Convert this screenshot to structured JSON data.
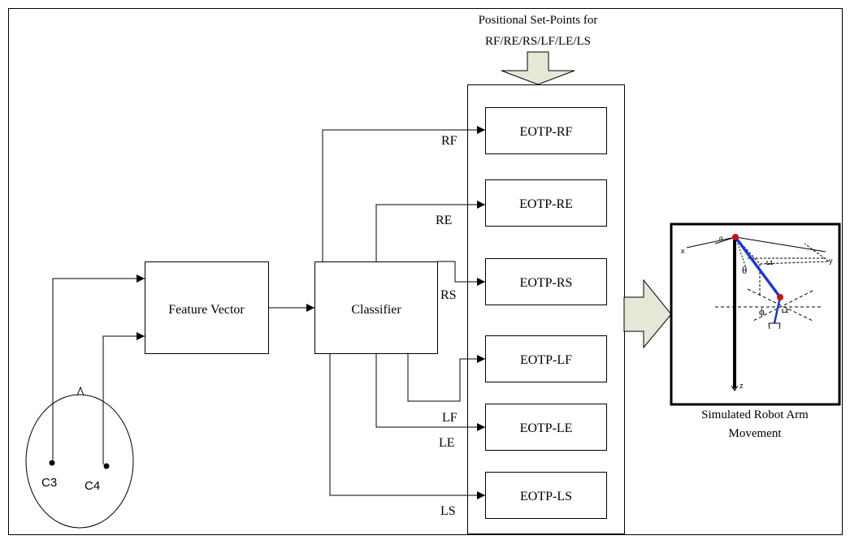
{
  "setpoints": {
    "line1": "Positional Set-Points for",
    "line2": "RF/RE/RS/LF/LE/LS"
  },
  "blocks": {
    "feature_vector": "Feature Vector",
    "classifier": "Classifier"
  },
  "eotp_blocks": [
    "EOTP-RF",
    "EOTP-RE",
    "EOTP-RS",
    "EOTP-LF",
    "EOTP-LE",
    "EOTP-LS"
  ],
  "signal_labels": [
    "RF",
    "RE",
    "RS",
    "LF",
    "LE",
    "LS"
  ],
  "electrodes": [
    "C3",
    "C4"
  ],
  "robot": {
    "caption_line1": "Simulated Robot Arm",
    "caption_line2": "Movement",
    "axis_x": "x",
    "axis_y": "y",
    "axis_z": "z",
    "alpha": "α",
    "theta": "θ",
    "phi": "ϕ",
    "l1": "L1",
    "l2": "L2"
  },
  "colors": {
    "arrow_fill": "#e4e8d6",
    "arm_link": "#1a35e0",
    "joint": "#cc1111"
  }
}
